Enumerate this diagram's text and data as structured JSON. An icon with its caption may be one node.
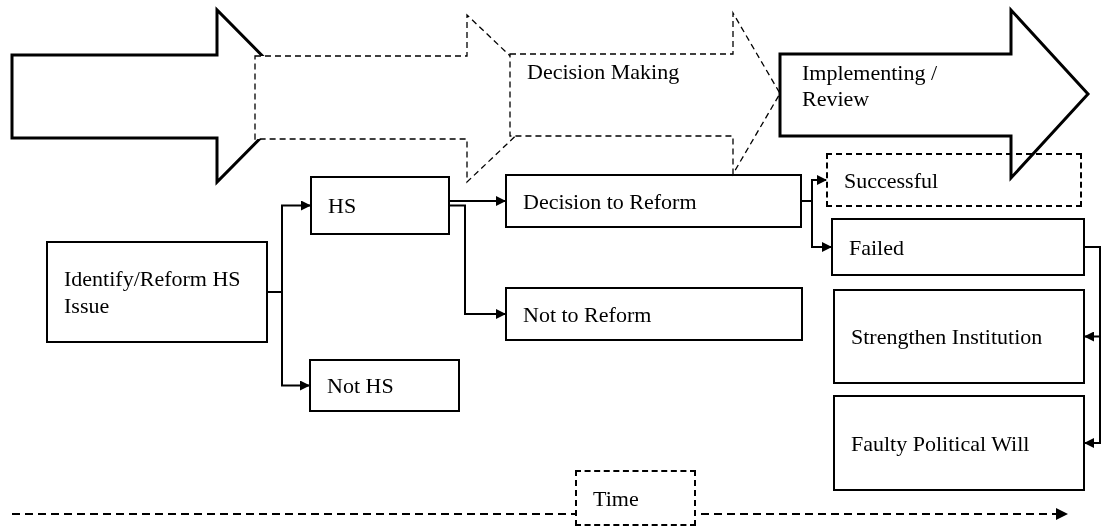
{
  "diagram": {
    "nodes": [
      {
        "text": [],
        "shape": "arrow"
      },
      {
        "text": [],
        "shape": "arrow"
      },
      {
        "text": [
          "Decision Making"
        ]
      },
      {
        "text": [
          "Implementing / Review"
        ]
      },
      {
        "text": [
          "Identify/Reform HS Issue"
        ]
      },
      {
        "text": [
          "HS"
        ]
      },
      {
        "text": [
          "Not HS"
        ]
      },
      {
        "text": [
          "Decision to Reform"
        ]
      },
      {
        "text": [
          "Not to Reform"
        ]
      },
      {
        "text": [
          "Successful"
        ]
      },
      {
        "text": [
          "Failed"
        ]
      },
      {
        "text": [
          "Strengthen Institution"
        ]
      },
      {
        "text": [
          "Faulty Political Will"
        ]
      },
      {
        "text": [
          "Time"
        ]
      }
    ],
    "edges": [
      {
        "from": 4,
        "to": 5,
        "arrow": "to"
      },
      {
        "from": 4,
        "to": 6,
        "arrow": "to"
      },
      {
        "from": 5,
        "to": 7,
        "arrow": "to"
      },
      {
        "from": 5,
        "to": 8,
        "arrow": "to"
      },
      {
        "from": 7,
        "to": 9,
        "arrow": "to"
      },
      {
        "from": 7,
        "to": 10,
        "arrow": "to"
      },
      {
        "from": 10,
        "to": 11,
        "arrow": "to"
      },
      {
        "from": 10,
        "to": 12,
        "arrow": "to"
      }
    ]
  }
}
